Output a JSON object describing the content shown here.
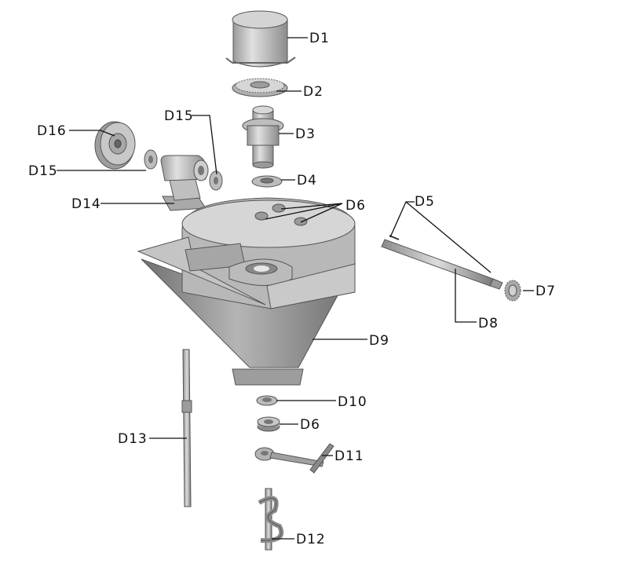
{
  "labels": {
    "d1": "D1",
    "d2": "D2",
    "d3": "D3",
    "d4": "D4",
    "d5": "D5",
    "d6_top": "D6",
    "d6_bottom": "D6",
    "d7": "D7",
    "d8": "D8",
    "d9": "D9",
    "d10": "D10",
    "d11": "D11",
    "d12": "D12",
    "d13": "D13",
    "d14": "D14",
    "d15_top": "D15",
    "d15_left": "D15",
    "d16": "D16"
  },
  "colors": {
    "background": "#ffffff",
    "part_light": "#c9c9c9",
    "part_mid": "#a8a8a8",
    "part_dark": "#7f7f7f",
    "leader": "#111111"
  }
}
